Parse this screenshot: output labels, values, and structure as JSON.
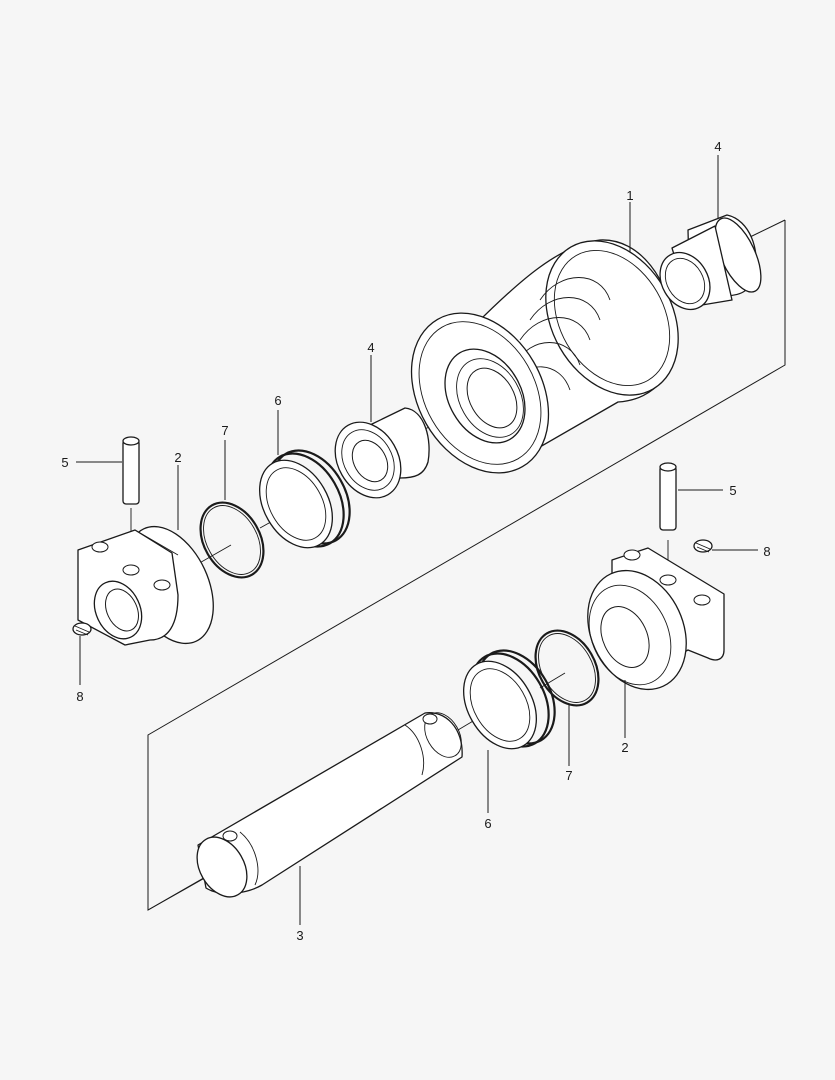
{
  "drawing": {
    "background": "#f6f6f6",
    "line_color": "#1a1a1a"
  },
  "callouts": {
    "roller_body": "1",
    "collar_left": "2",
    "collar_right": "2",
    "shaft": "3",
    "bushing_right": "4",
    "bushing_left": "4",
    "pin_left": "5",
    "pin_right": "5",
    "seal_left": "6",
    "seal_right": "6",
    "oring_left": "7",
    "oring_right": "7",
    "plug_left": "8",
    "plug_right": "8"
  },
  "parts": [
    {
      "id": "roller_body",
      "icon": "track-roller-body-icon"
    },
    {
      "id": "collar",
      "icon": "end-collar-icon"
    },
    {
      "id": "shaft",
      "icon": "roller-shaft-icon"
    },
    {
      "id": "bushing",
      "icon": "flanged-bushing-icon"
    },
    {
      "id": "pin",
      "icon": "lock-pin-icon"
    },
    {
      "id": "seal",
      "icon": "floating-seal-icon"
    },
    {
      "id": "oring",
      "icon": "o-ring-icon"
    },
    {
      "id": "plug",
      "icon": "screw-plug-icon"
    }
  ]
}
